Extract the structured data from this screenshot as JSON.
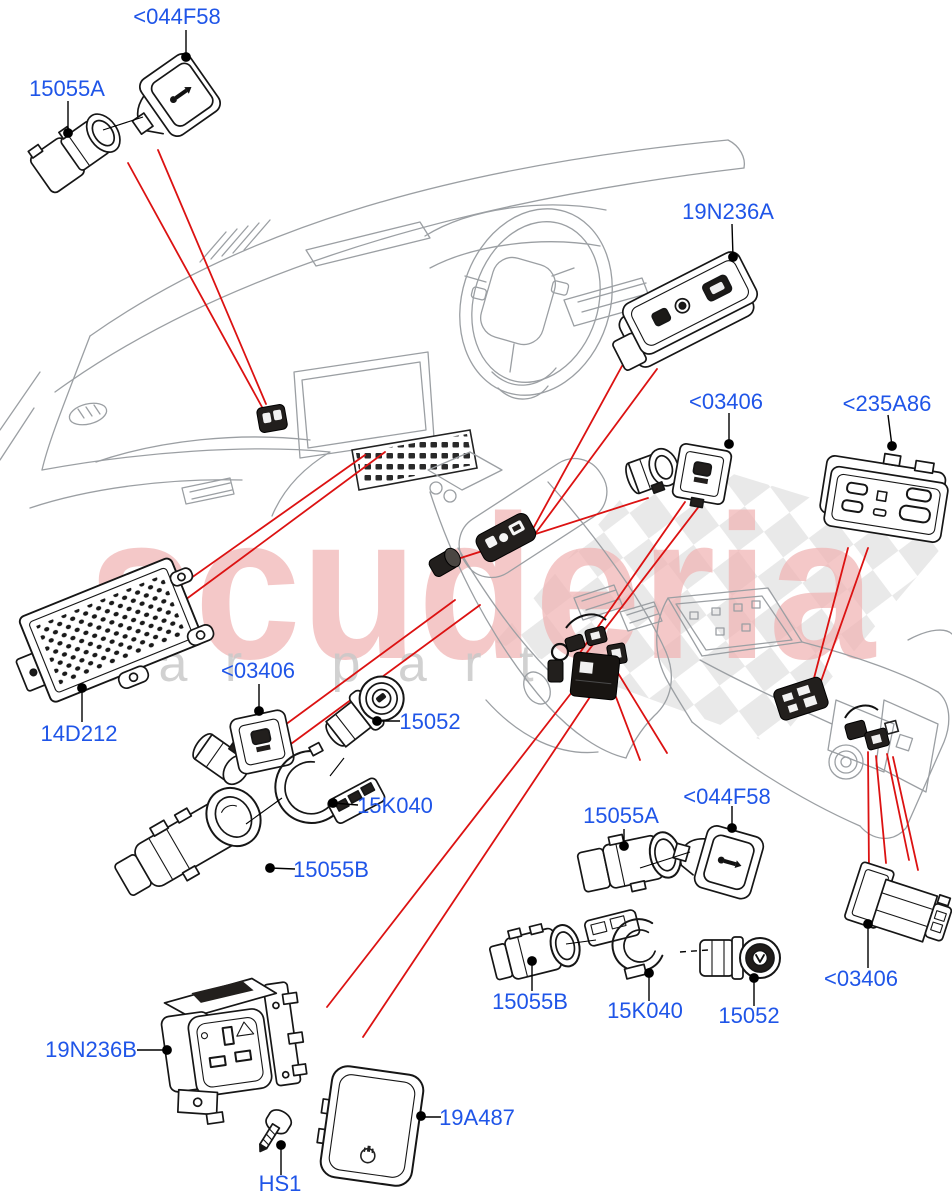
{
  "watermark": {
    "brand": "scuderia",
    "tagline": "car parts"
  },
  "colors": {
    "label_blue": "#1f55e8",
    "leader_red": "#dc1212",
    "watermark_pink": "#f0b4b4",
    "watermark_gray": "#c9c9c9",
    "artwork_gray": "#9b9fa3",
    "part_ink": "#161616",
    "checker_gray": "#e2e2e2"
  },
  "labels": [
    {
      "id": "044F58-top",
      "text": "<044F58"
    },
    {
      "id": "15055A-top",
      "text": "15055A"
    },
    {
      "id": "19N236A",
      "text": "19N236A"
    },
    {
      "id": "03406-upper-right",
      "text": "<03406"
    },
    {
      "id": "235A86",
      "text": "<235A86"
    },
    {
      "id": "14D212",
      "text": "14D212"
    },
    {
      "id": "03406-mid-left",
      "text": "<03406"
    },
    {
      "id": "15052-mid",
      "text": "15052"
    },
    {
      "id": "15K040-mid",
      "text": "15K040"
    },
    {
      "id": "15055B-mid",
      "text": "15055B"
    },
    {
      "id": "15055A-bottom",
      "text": "15055A"
    },
    {
      "id": "044F58-bottom",
      "text": "<044F58"
    },
    {
      "id": "15055B-bottom",
      "text": "15055B"
    },
    {
      "id": "15K040-bottom",
      "text": "15K040"
    },
    {
      "id": "15052-bottom",
      "text": "15052"
    },
    {
      "id": "19N236B",
      "text": "19N236B"
    },
    {
      "id": "HS1",
      "text": "HS1"
    },
    {
      "id": "19A487",
      "text": "19A487"
    },
    {
      "id": "03406-bottom-right",
      "text": "<03406"
    }
  ]
}
